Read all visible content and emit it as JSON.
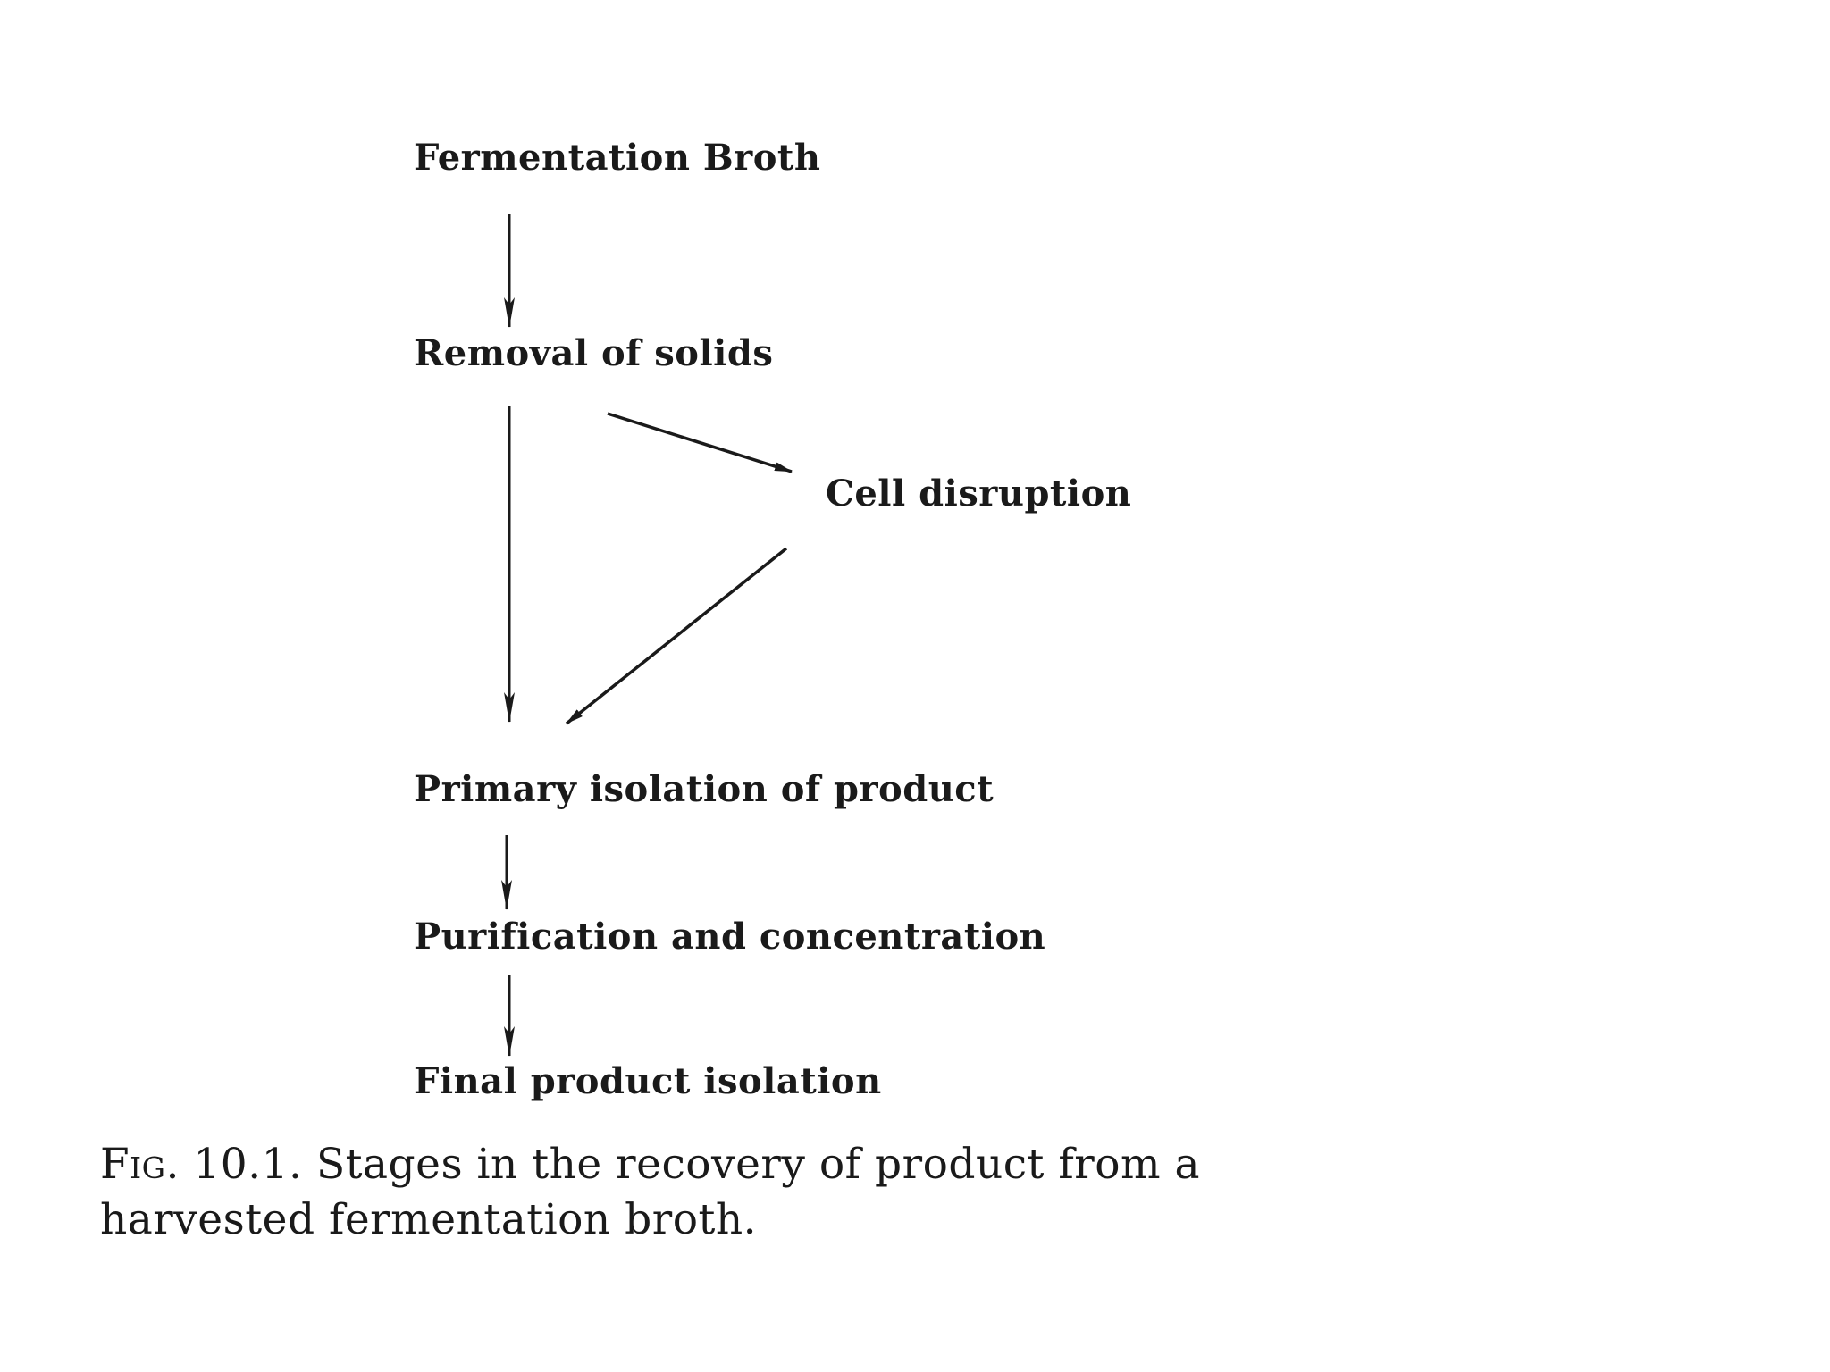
{
  "diagram": {
    "stages": [
      "Fermentation Broth",
      "Removal of solids",
      "Cell disruption",
      "Primary isolation of product",
      "Purification and concentration",
      "Final product isolation"
    ],
    "edges": [
      {
        "from": "Fermentation Broth",
        "to": "Removal of solids"
      },
      {
        "from": "Removal of solids",
        "to": "Primary isolation of product"
      },
      {
        "from": "Removal of solids",
        "to": "Cell disruption"
      },
      {
        "from": "Cell disruption",
        "to": "Primary isolation of product"
      },
      {
        "from": "Primary isolation of product",
        "to": "Purification and concentration"
      },
      {
        "from": "Purification and concentration",
        "to": "Final product isolation"
      }
    ]
  },
  "caption": {
    "label": "Fig. 10.1.",
    "text": "Stages in the recovery of product from a harvested fermentation broth."
  }
}
